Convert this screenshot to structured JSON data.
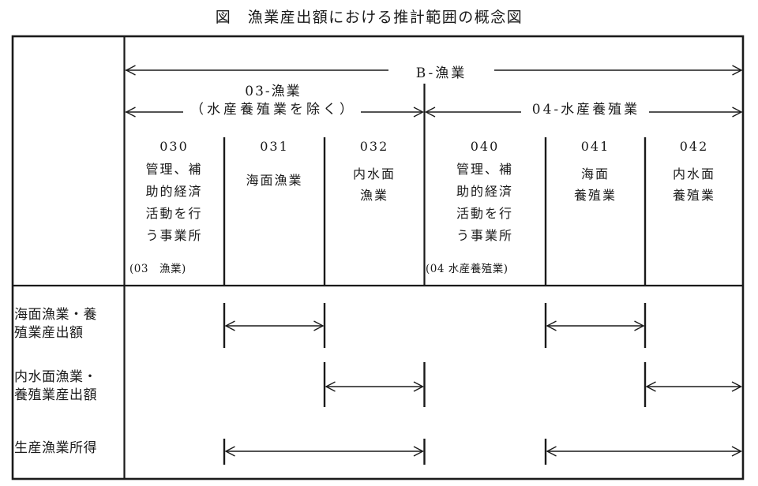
{
  "title": "図　漁業産出額における推計範囲の概念図",
  "scope_arrows": {
    "b": {
      "label": "B-漁業"
    },
    "g03": {
      "label_line1": "03-漁業",
      "label_line2": "（水産養殖業を除く）"
    },
    "g04": {
      "label": "04-水産養殖業"
    }
  },
  "columns": [
    {
      "code": "030",
      "name_lines": [
        "管理、補",
        "助的経済",
        "活動を行",
        "う事業所"
      ],
      "note": "(03　漁業)"
    },
    {
      "code": "031",
      "name_lines": [
        "海面漁業"
      ]
    },
    {
      "code": "032",
      "name_lines": [
        "内水面",
        "漁業"
      ]
    },
    {
      "code": "040",
      "name_lines": [
        "管理、補",
        "助的経済",
        "活動を行",
        "う事業所"
      ],
      "note": "(04 水産養殖業)"
    },
    {
      "code": "041",
      "name_lines": [
        "海面",
        "養殖業"
      ]
    },
    {
      "code": "042",
      "name_lines": [
        "内水面",
        "養殖業"
      ]
    }
  ],
  "rows": [
    {
      "label_lines": [
        "海面漁業・養",
        "殖業産出額"
      ]
    },
    {
      "label_lines": [
        "内水面漁業・",
        "養殖業産出額"
      ]
    },
    {
      "label_lines": [
        "生産漁業所得"
      ]
    }
  ],
  "colors": {
    "ink": "#1a1a1a",
    "background": "#ffffff"
  }
}
